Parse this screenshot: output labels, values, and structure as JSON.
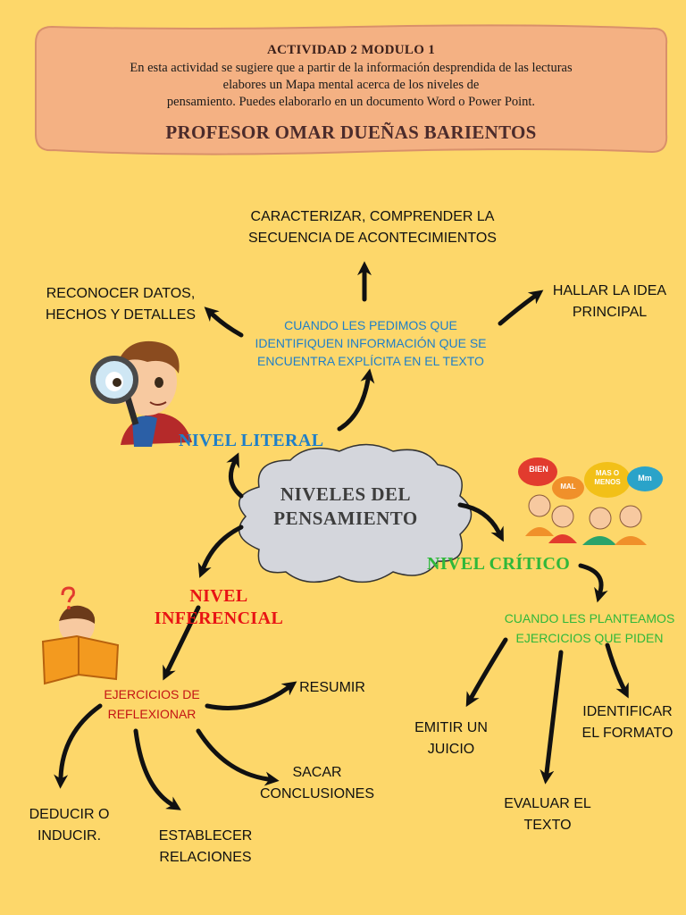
{
  "header": {
    "title": "ACTIVIDAD 2 MODULO 1",
    "line1": "En esta actividad se sugiere que a partir de la información desprendida de las lecturas",
    "line2": "elabores  un Mapa mental acerca de los niveles de",
    "line3": "pensamiento. Puedes elaborarlo en un documento  Word o Power Point.",
    "professor": "PROFESOR OMAR DUEÑAS BARIENTOS"
  },
  "center": {
    "line1": "NIVELES DEL",
    "line2": "PENSAMIENTO"
  },
  "literal": {
    "label": "NIVEL LITERAL",
    "description": [
      "CUANDO LES PEDIMOS QUE",
      "IDENTIFIQUEN INFORMACIÓN QUE SE",
      "ENCUENTRA EXPLÍCITA EN EL TEXTO"
    ],
    "branch_left": [
      "RECONOCER DATOS,",
      "HECHOS Y DETALLES"
    ],
    "branch_top": [
      "CARACTERIZAR, COMPRENDER LA",
      "SECUENCIA DE ACONTECIMIENTOS"
    ],
    "branch_right": [
      "HALLAR LA IDEA",
      "PRINCIPAL"
    ]
  },
  "inferencial": {
    "label_line1": "NIVEL",
    "label_line2": "INFERENCIAL",
    "description": [
      "EJERCICIOS DE",
      "REFLEXIONAR"
    ],
    "resumir": "RESUMIR",
    "sacar": [
      "SACAR",
      "CONCLUSIONES"
    ],
    "deducir": [
      "DEDUCIR O",
      "INDUCIR."
    ],
    "establecer": [
      "ESTABLECER",
      "RELACIONES"
    ]
  },
  "critico": {
    "label": "NIVEL CRÍTICO",
    "description": [
      "CUANDO LES PLANTEAMOS",
      "EJERCICIOS QUE PIDEN"
    ],
    "emitir": [
      "EMITIR UN",
      "JUICIO"
    ],
    "evaluar": [
      "EVALUAR EL",
      "TEXTO"
    ],
    "identificar": [
      "IDENTIFICAR",
      "EL FORMATO"
    ]
  },
  "bubbles": {
    "bien": "BIEN",
    "mal": "MAL",
    "mas_o_menos_1": "MAS O",
    "mas_o_menos_2": "MENOS",
    "mm": "Mm"
  },
  "colors": {
    "background": "#fdd76a",
    "banner": "#f4b183",
    "literal": "#1f7fc8",
    "critico": "#2fb83a",
    "inferencial": "#e81414",
    "cloud": "#d4d6dc"
  }
}
